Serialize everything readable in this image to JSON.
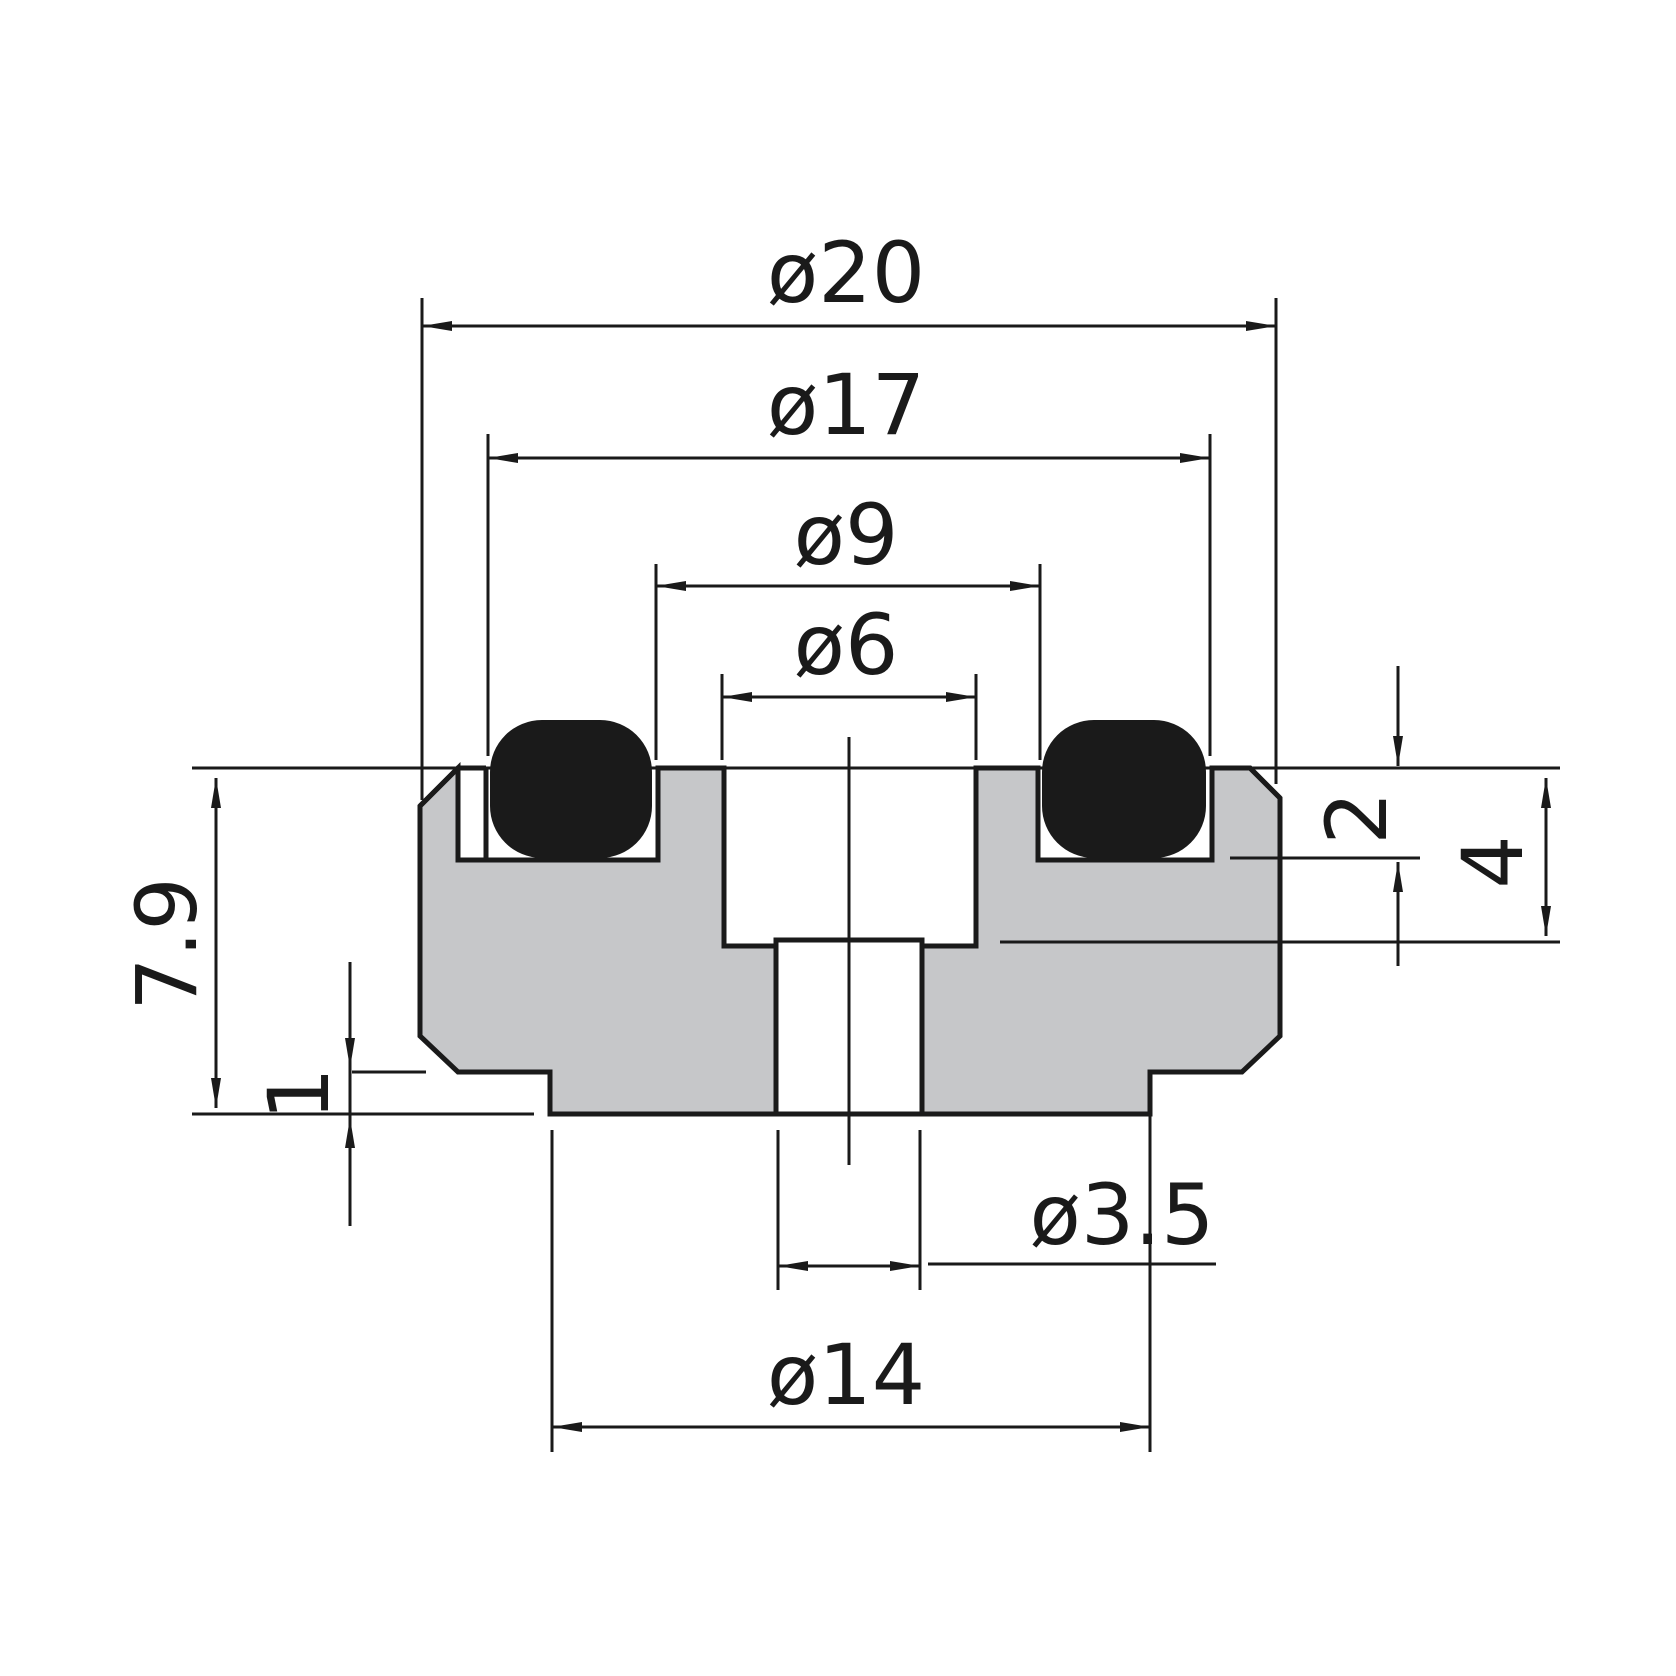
{
  "colors": {
    "part_fill": "#c6c7c9",
    "oring_fill": "#1a1a1a",
    "line": "#1a1a1a",
    "background": "#ffffff"
  },
  "dimensions": {
    "d20": "ø20",
    "d17": "ø17",
    "d9": "ø9",
    "d6": "ø6",
    "d3_5": "ø3.5",
    "d14": "ø14",
    "h7_9": "7.9",
    "h1": "1",
    "h2": "2",
    "h4": "4"
  }
}
